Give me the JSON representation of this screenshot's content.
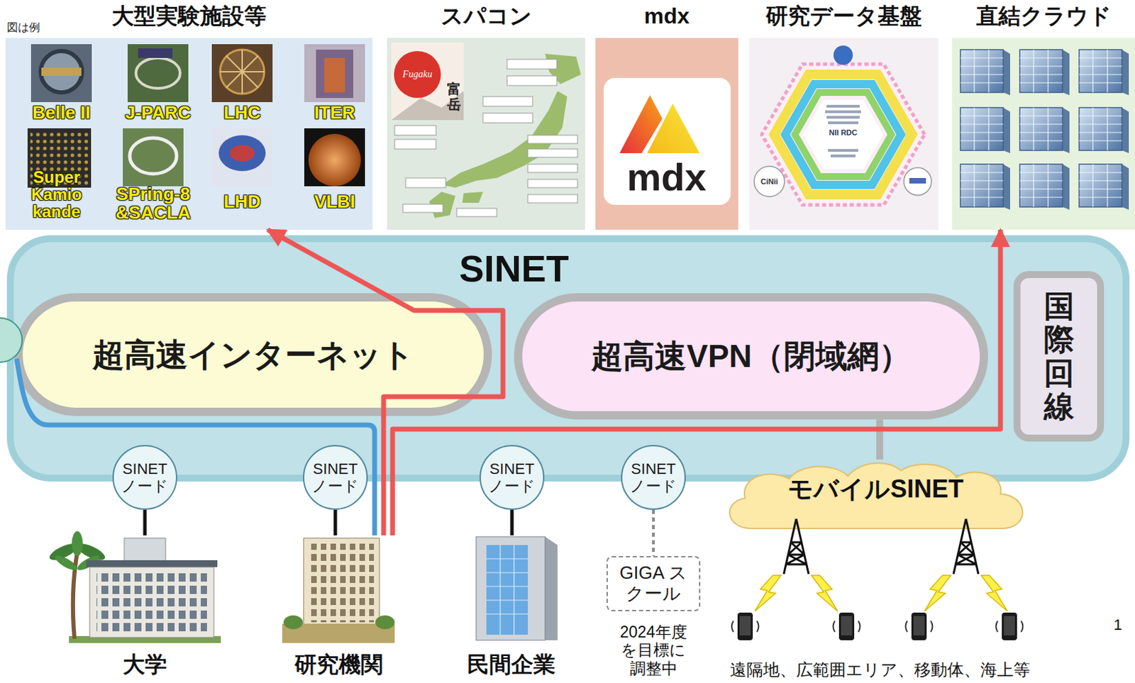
{
  "diagram": {
    "nodes": [
      {
        "text": [
          "大型実験施設等"
        ]
      },
      {
        "text": [
          "スパコン"
        ]
      },
      {
        "text": [
          "mdx"
        ]
      },
      {
        "text": [
          "研究データ基盤"
        ]
      },
      {
        "text": [
          "直結クラウド"
        ]
      },
      {
        "text": [
          "SINET"
        ]
      },
      {
        "text": [
          "超高速インターネット"
        ],
        "in": 5
      },
      {
        "text": [
          "超高速VPN（閉域網）"
        ],
        "in": 5
      },
      {
        "text": [
          "国際回線"
        ],
        "in": 5
      },
      {
        "text": [
          "SINET ノード"
        ]
      },
      {
        "text": [
          "SINET ノード"
        ]
      },
      {
        "text": [
          "SINET ノード"
        ]
      },
      {
        "text": [
          "SINET ノード"
        ]
      },
      {
        "text": [
          "モバイルSINET"
        ]
      },
      {
        "text": [
          "大学"
        ]
      },
      {
        "text": [
          "研究機関"
        ]
      },
      {
        "text": [
          "民間企業"
        ]
      },
      {
        "text": [
          "GIGA スクール"
        ]
      }
    ],
    "edges": [
      {
        "from": 9,
        "to": 14,
        "arrow": "none"
      },
      {
        "from": 10,
        "to": 15,
        "arrow": "none"
      },
      {
        "from": 11,
        "to": 16,
        "arrow": "none"
      },
      {
        "from": 12,
        "to": 17,
        "arrow": "none"
      },
      {
        "from": 7,
        "to": 13,
        "arrow": "none"
      },
      {
        "from": 15,
        "to": 0,
        "arrow": "to"
      },
      {
        "from": 15,
        "to": 4,
        "arrow": "to"
      }
    ],
    "labels": [
      "図は例",
      "Belle II",
      "J-PARC",
      "LHC",
      "ITER",
      "Super Kamio kande",
      "SPring-8 &SACLA",
      "LHD",
      "VLBI",
      "Fugaku",
      "富岳",
      "mdx",
      "NII RDC",
      "CiNii",
      "2024年度を目標に調整中",
      "遠隔地、広範囲エリア、移動体、海上等",
      "1"
    ]
  }
}
